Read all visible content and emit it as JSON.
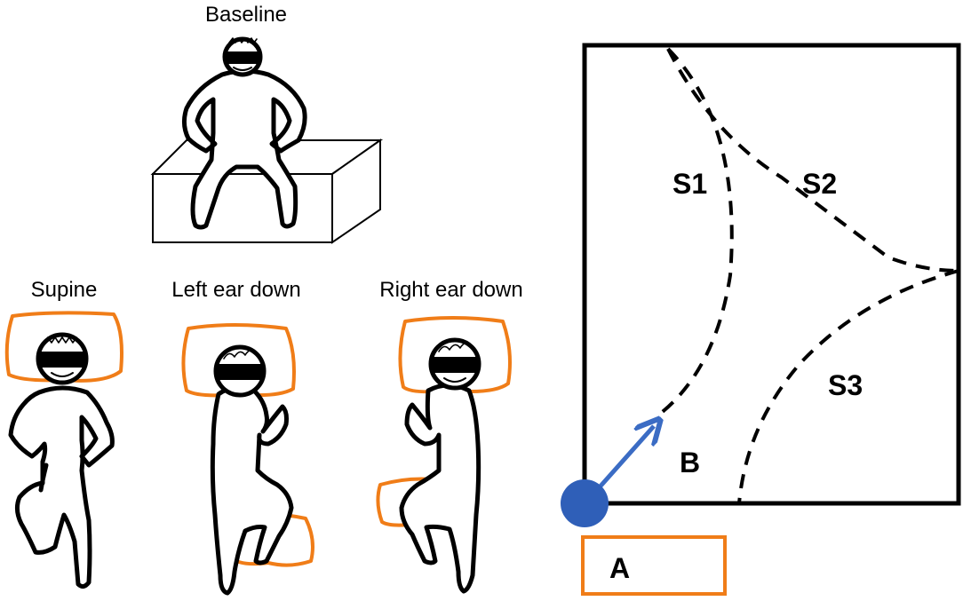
{
  "captions": {
    "baseline": "Baseline",
    "supine": "Supine",
    "left_ear_down": "Left ear down",
    "right_ear_down": "Right ear down"
  },
  "canal_labels": {
    "s1": "S1",
    "s2": "S2",
    "s3": "S3",
    "b": "B",
    "a": "A"
  },
  "colors": {
    "pillow": "#f07d18",
    "ball": "#2f5fb8",
    "arrow": "#3b6cc4",
    "outline": "#000000"
  }
}
